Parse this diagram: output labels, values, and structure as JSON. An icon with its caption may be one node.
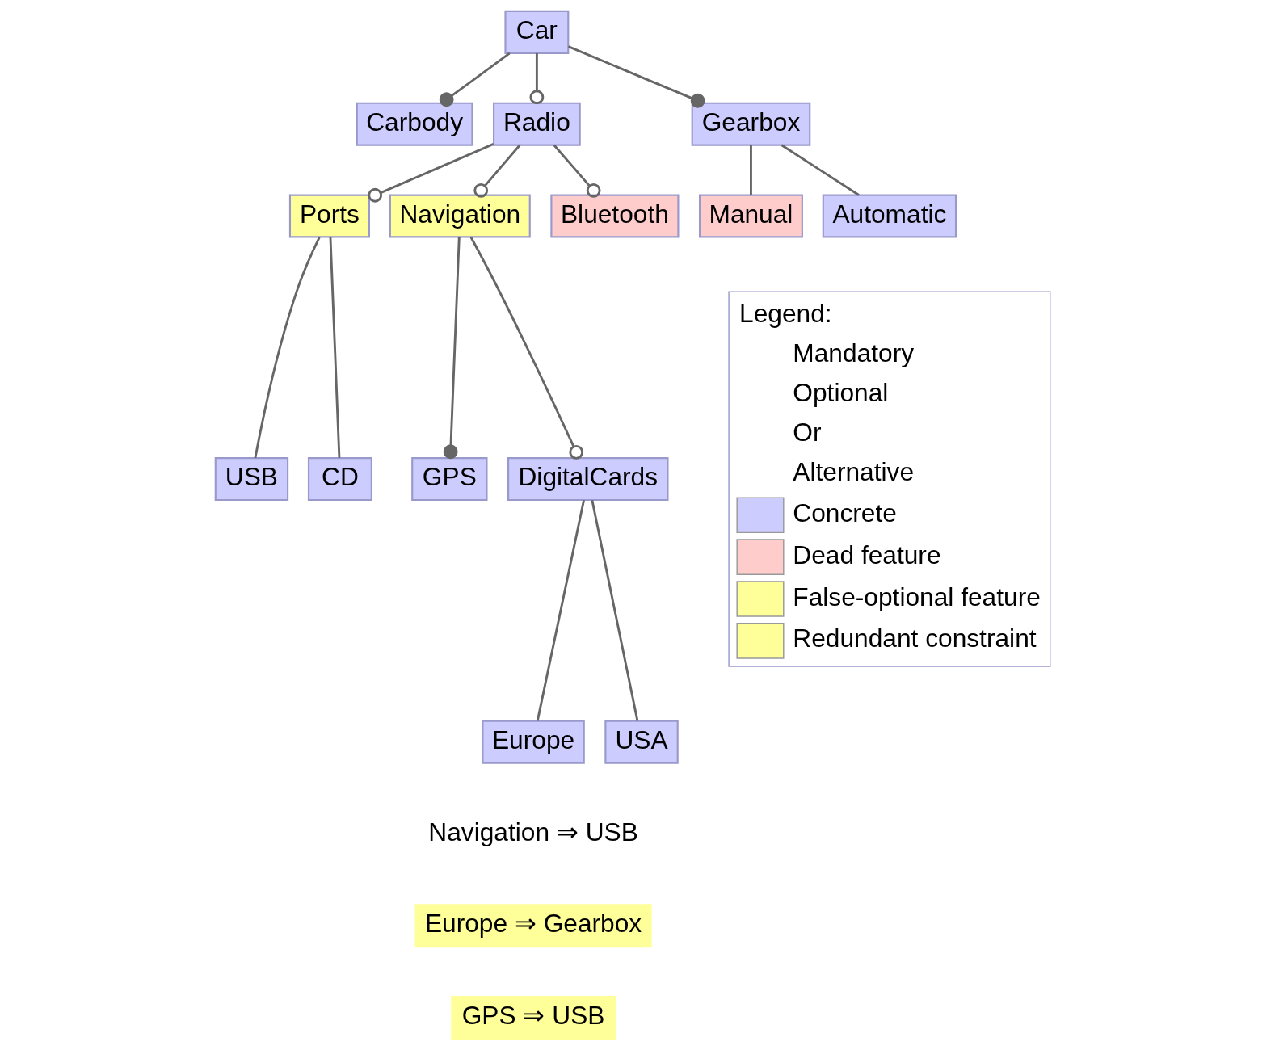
{
  "diagram": {
    "nodes": [
      {
        "text": [
          "Car"
        ]
      },
      {
        "text": [
          "Carbody"
        ]
      },
      {
        "text": [
          "Radio"
        ]
      },
      {
        "text": [
          "Gearbox"
        ]
      },
      {
        "text": [
          "Ports"
        ]
      },
      {
        "text": [
          "Navigation"
        ]
      },
      {
        "text": [
          "Bluetooth"
        ]
      },
      {
        "text": [
          "Manual"
        ]
      },
      {
        "text": [
          "Automatic"
        ]
      },
      {
        "text": [
          "USB"
        ]
      },
      {
        "text": [
          "CD"
        ]
      },
      {
        "text": [
          "GPS"
        ]
      },
      {
        "text": [
          "DigitalCards"
        ]
      },
      {
        "text": [
          "Europe"
        ]
      },
      {
        "text": [
          "USA"
        ]
      },
      {
        "text": [
          "Europe ⇒ Gearbox"
        ]
      },
      {
        "text": [
          "GPS ⇒ USB"
        ]
      }
    ],
    "edges": [
      {
        "from": 0,
        "to": 1,
        "arrow": "other"
      },
      {
        "from": 0,
        "to": 2,
        "arrow": "other"
      },
      {
        "from": 0,
        "to": 3,
        "arrow": "other"
      },
      {
        "from": 2,
        "to": 4,
        "arrow": "other"
      },
      {
        "from": 2,
        "to": 5,
        "arrow": "other"
      },
      {
        "from": 2,
        "to": 6,
        "arrow": "other"
      },
      {
        "from": 3,
        "to": 7,
        "arrow": "none"
      },
      {
        "from": 3,
        "to": 8,
        "arrow": "none"
      },
      {
        "from": 4,
        "to": 9,
        "arrow": "none"
      },
      {
        "from": 4,
        "to": 10,
        "arrow": "none"
      },
      {
        "from": 5,
        "to": 11,
        "arrow": "other"
      },
      {
        "from": 5,
        "to": 12,
        "arrow": "other"
      },
      {
        "from": 12,
        "to": 13,
        "arrow": "none"
      },
      {
        "from": 12,
        "to": 14,
        "arrow": "none"
      }
    ],
    "labels": [
      "Navigation ⇒ USB",
      "Legend:"
    ],
    "legend": [
      {
        "text": "Mandatory"
      },
      {
        "text": "Optional"
      },
      {
        "text": "Or"
      },
      {
        "text": "Alternative"
      },
      {
        "text": "Concrete",
        "color": "#ccccff"
      },
      {
        "text": "Dead feature",
        "color": "#ffcccc"
      },
      {
        "text": "False-optional feature",
        "color": "#ffff99"
      },
      {
        "text": "Redundant constraint",
        "color": "#ffff99"
      }
    ]
  }
}
